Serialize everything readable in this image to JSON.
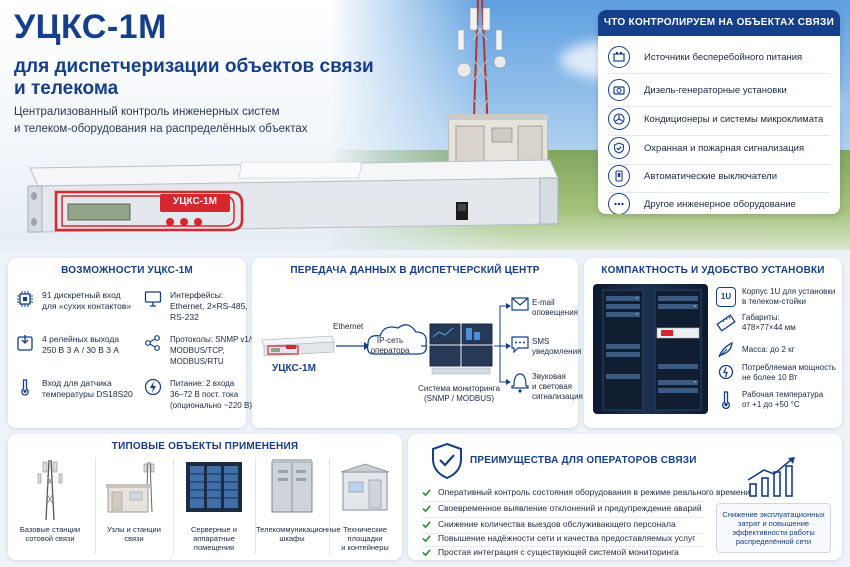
{
  "hero": {
    "title": "УЦКС-1М",
    "subtitle_line1": "для диспетчеризации объектов связи",
    "subtitle_line2": "и телекома",
    "desc_line1": "Централизованный контроль инженерных систем",
    "desc_line2": "и телеком-оборудования на распределённых объектах",
    "device_badge": "УЦКС-1M"
  },
  "monitoring": {
    "header": "ЧТО КОНТРОЛИРУЕМ НА ОБЪЕКТАХ СВЯЗИ",
    "items": [
      {
        "label": "Источники бесперебойного питания",
        "icon": "battery-icon"
      },
      {
        "label": "Дизель-генераторные установки",
        "icon": "generator-icon"
      },
      {
        "label": "Кондиционеры и системы микроклимата",
        "icon": "fan-icon"
      },
      {
        "label": "Охранная и пожарная сигнализация",
        "icon": "shield-check-icon"
      },
      {
        "label": "Автоматические выключатели",
        "icon": "breaker-icon"
      },
      {
        "label": "Другое инженерное оборудование",
        "icon": "dots-icon"
      }
    ]
  },
  "capabilities": {
    "title": "ВОЗМОЖНОСТИ УЦКС-1М",
    "left": [
      {
        "line1": "91 дискретный вход",
        "line2": "для «сухих контактов»",
        "icon": "chip-icon"
      },
      {
        "line1": "4 релейных выхода",
        "line2": "250 В 3 А / 30 В 3 А",
        "icon": "relay-icon"
      },
      {
        "line1": "Вход для датчика",
        "line2": "температуры DS18S20",
        "icon": "thermometer-icon"
      }
    ],
    "right": [
      {
        "line1": "Интерфейсы:",
        "line2": "Ethernet, 2×RS-485,",
        "line3": "RS-232",
        "icon": "monitor-icon"
      },
      {
        "line1": "Протоколы: SNMP v1/v2c,",
        "line2": "MODBUS/TCP,",
        "line3": "MODBUS/RTU",
        "icon": "network-icon"
      },
      {
        "line1": "Питание: 2 входа",
        "line2": "36–72 В пост. тока",
        "line3": "(опционально ~220 В)",
        "icon": "power-icon"
      }
    ]
  },
  "transfer": {
    "title": "ПЕРЕДАЧА ДАННЫХ В ДИСПЕТЧЕРСКИЙ ЦЕНТР",
    "ethernet": "Ethernet",
    "cloud_line1": "IP-сеть",
    "cloud_line2": "оператора",
    "device_label": "УЦКС-1М",
    "system_line1": "Система мониторинга",
    "system_line2": "(SNMP / MODBUS)",
    "channels": [
      {
        "line1": "E-mail",
        "line2": "оповещения",
        "icon": "mail-icon"
      },
      {
        "line1": "SMS",
        "line2": "уведомления",
        "icon": "sms-icon"
      },
      {
        "line1": "Звуковая",
        "line2": "и световая",
        "line3": "сигнализация",
        "icon": "bell-icon"
      }
    ]
  },
  "compact": {
    "title": "КОМПАКТНОСТЬ И УДОБСТВО УСТАНОВКИ",
    "badge": "1U",
    "specs": [
      {
        "line1": "Корпус 1U для установки",
        "line2": "в телеком-стойки",
        "icon": "rack-1u-icon"
      },
      {
        "line1": "Габариты:",
        "line2": "478×77×44 мм",
        "icon": "ruler-icon"
      },
      {
        "line1": "Масса: до 2 кг",
        "line2": "",
        "icon": "feather-icon"
      },
      {
        "line1": "Потребляемая мощность",
        "line2": "не более 10 Вт",
        "icon": "bulb-icon"
      },
      {
        "line1": "Рабочая температура",
        "line2": "от +1 до +50 °С",
        "icon": "thermometer-icon"
      }
    ]
  },
  "objects": {
    "title": "ТИПОВЫЕ ОБЪЕКТЫ ПРИМЕНЕНИЯ",
    "items": [
      {
        "line1": "Базовые станции",
        "line2": "сотовой связи",
        "icon": "tower-icon"
      },
      {
        "line1": "Узлы и станции",
        "line2": "связи",
        "icon": "station-icon"
      },
      {
        "line1": "Серверные и аппаратные",
        "line2": "помещения",
        "icon": "server-room-icon"
      },
      {
        "line1": "Телекоммуникационные",
        "line2": "шкафы",
        "icon": "cabinet-icon"
      },
      {
        "line1": "Технические площадки",
        "line2": "и контейнеры",
        "icon": "container-icon"
      }
    ]
  },
  "advantages": {
    "title": "ПРЕИМУЩЕСТВА ДЛЯ ОПЕРАТОРОВ СВЯЗИ",
    "items": [
      "Оперативный контроль состояния оборудования в режиме реального времени",
      "Своевременное выявление отклонений и предупреждение аварий",
      "Снижение количества выездов обслуживающего персонала",
      "Повышение надёжности сети и качества предоставляемых услуг",
      "Простая интеграция с существующей системой мониторинга"
    ],
    "savings_line1": "Снижение эксплуатационных",
    "savings_line2": "затрат и повышение",
    "savings_line3": "эффективности работы",
    "savings_line4": "распределённой сети"
  },
  "colors": {
    "brand": "#153f8a",
    "accent_red": "#d8262f",
    "check_green": "#2f8f3a",
    "bg": "#eef3f9"
  }
}
